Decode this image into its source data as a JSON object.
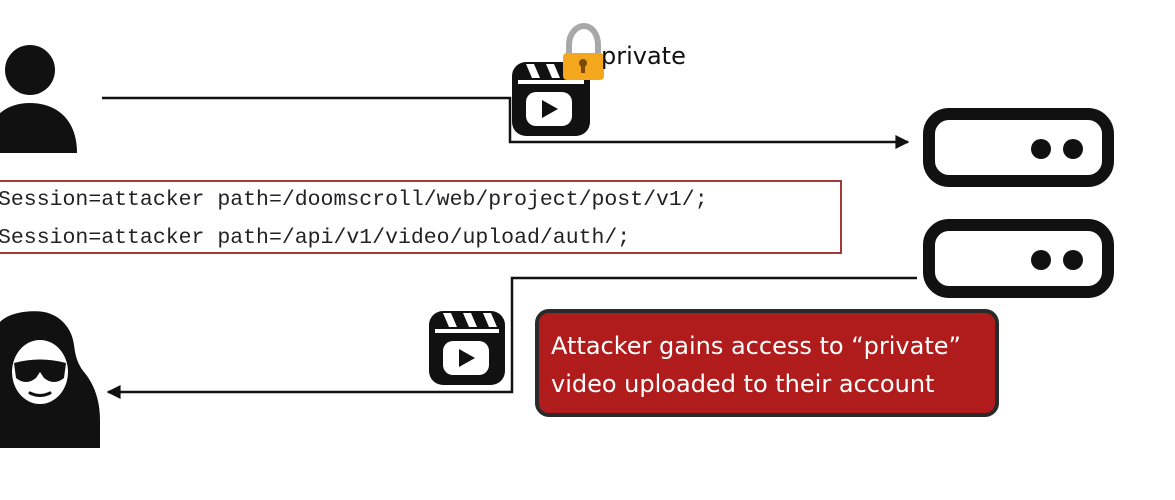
{
  "private_label": "private",
  "cookie_lines": [
    "Session=attacker path=/doomscroll/web/project/post/v1/;",
    "Session=attacker path=/api/v1/video/upload/auth/;"
  ],
  "callout": {
    "line1": "Attacker gains access to “private”",
    "line2": "video uploaded to their account"
  },
  "colors": {
    "ink": "#111111",
    "lock_body": "#f4a71c",
    "lock_shackle": "#a8a8a8",
    "callout_fill": "#b01c1c",
    "callout_border": "#2a2a2a",
    "cookie_border": "#a33a3a"
  },
  "icons": {
    "user": "person-icon",
    "attacker": "hooded-attacker-icon",
    "server": "server-icon",
    "video": "video-clapperboard-icon",
    "lock": "padlock-icon"
  }
}
